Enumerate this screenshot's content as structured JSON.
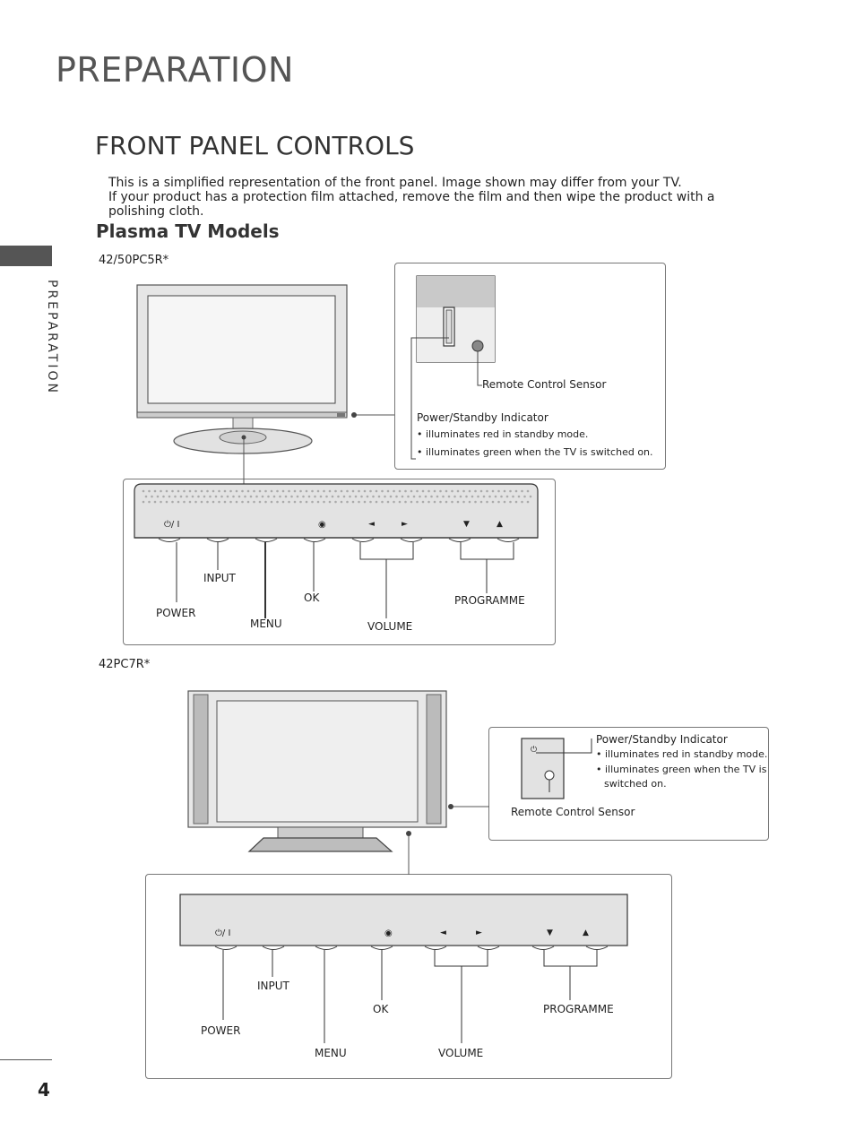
{
  "header": {
    "chapter_title": "PREPARATION",
    "section_title": "FRONT PANEL CONTROLS"
  },
  "intro": {
    "line1": "This is a simplified representation of the front panel. Image shown may differ from your TV.",
    "line2": "If your product has a protection film attached, remove the film and then wipe the product with a polishing cloth."
  },
  "subheading": "Plasma TV Models",
  "side_tab": {
    "label": "PREPARATION"
  },
  "page_number": "4",
  "model1": {
    "name": "42/50PC5R*",
    "sensor_label": "Remote Control Sensor",
    "indicator_title": "Power/Standby Indicator",
    "indicator_bullets": [
      "• illuminates red in standby mode.",
      "• illuminates green when the TV is switched on."
    ],
    "panel_symbols": {
      "power": "⏻/ I",
      "ok": "◉",
      "left": "◄",
      "right": "►",
      "down": "▼",
      "up": "▲"
    },
    "buttons": {
      "power": "POWER",
      "input": "INPUT",
      "menu": "MENU",
      "ok": "OK",
      "volume": "VOLUME",
      "programme": "PROGRAMME"
    }
  },
  "model2": {
    "name": "42PC7R*",
    "indicator_title": "Power/Standby Indicator",
    "indicator_bullets": [
      "• illuminates red in standby mode.",
      "• illuminates green when the TV is",
      "switched on."
    ],
    "sensor_label": "Remote Control Sensor",
    "indicator_symbol": "⏻",
    "panel_symbols": {
      "power": "⏻/ I",
      "ok": "◉",
      "left": "◄",
      "right": "►",
      "down": "▼",
      "up": "▲"
    },
    "buttons": {
      "power": "POWER",
      "input": "INPUT",
      "menu": "MENU",
      "ok": "OK",
      "volume": "VOLUME",
      "programme": "PROGRAMME"
    }
  }
}
